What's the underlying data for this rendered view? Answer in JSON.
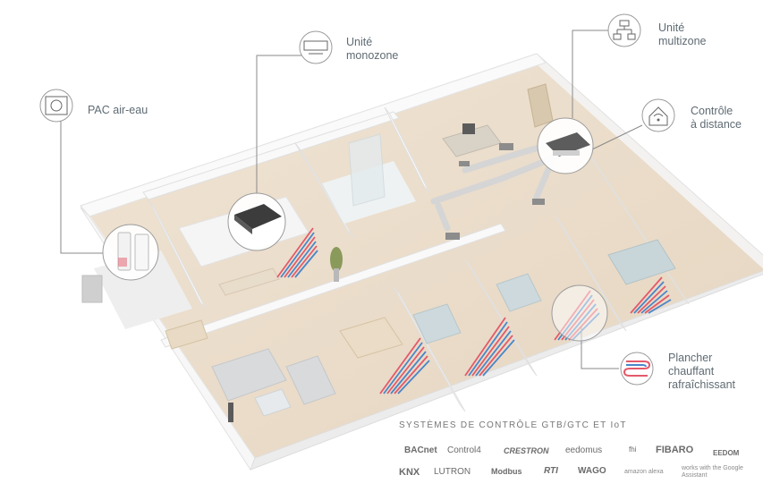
{
  "callouts": {
    "pac": "PAC air-eau",
    "monozone": "Unité\nmonozone",
    "multizone": "Unité\nmultizone",
    "distance": "Contrôle\nà distance",
    "plancher": "Plancher\nchauffant\nrafraîchissant"
  },
  "brands": {
    "title": "SYSTÈMES DE CONTRÔLE GTB/GTC ET IoT",
    "row1": [
      "BACnet",
      "Control4",
      "CRESTRON",
      "eedomus",
      "fhi",
      "FIBARO",
      "EEDOM"
    ],
    "row2": [
      "KNX",
      "LUTRON",
      "Modbus",
      "RTI",
      "WAGO",
      "amazon alexa",
      "works with the Google Assistant"
    ]
  },
  "colors": {
    "heat": "#e4596a",
    "cool": "#4a86c8",
    "line": "#8a8a8a"
  }
}
